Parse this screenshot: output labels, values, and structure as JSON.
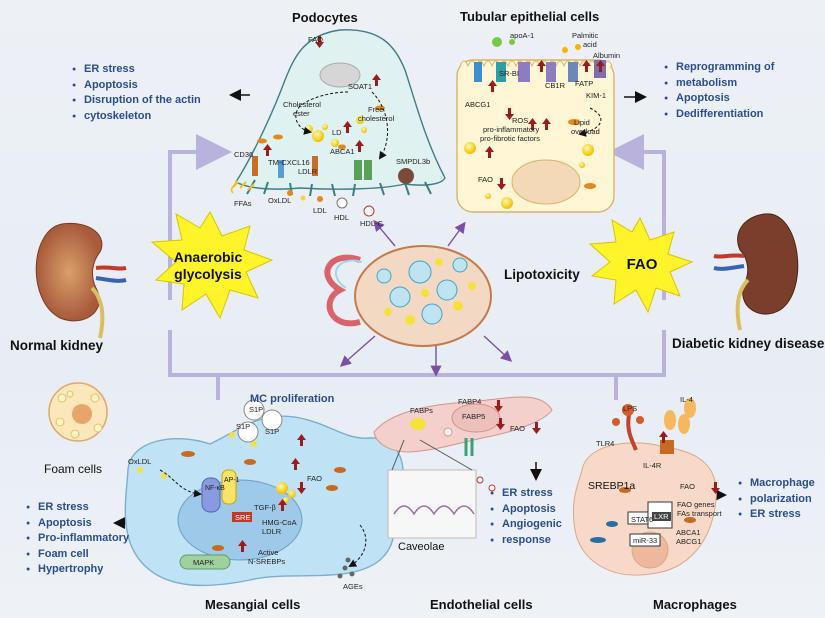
{
  "titles": {
    "podocytes": "Podocytes",
    "tubular": "Tubular epithelial cells",
    "normal_kidney": "Normal kidney",
    "dkd": "Diabetic kidney disease",
    "mesangial": "Mesangial cells",
    "endothelial": "Endothelial cells",
    "macrophages": "Macrophages",
    "lipotoxicity": "Lipotoxicity",
    "foam_cells": "Foam cells",
    "caveolae": "Caveolae",
    "mc_proliferation": "MC proliferation"
  },
  "stars": {
    "left_line1": "Anaerobic",
    "left_line2": "glycolysis",
    "right": "FAO"
  },
  "podocyte_effects": [
    "ER stress",
    "Apoptosis",
    "Disruption of the actin",
    "cytoskeleton"
  ],
  "tubular_effects": [
    "Reprogramming of",
    "metabolism",
    "Apoptosis",
    "Dedifferentiation"
  ],
  "mesangial_effects": [
    "ER stress",
    "Apoptosis",
    "Pro-inflammatory",
    "Foam cell",
    "Hypertrophy"
  ],
  "endothelial_effects": [
    "ER stress",
    "Apoptosis",
    "Angiogenic",
    "response"
  ],
  "macrophage_effects": [
    "Macrophage",
    "polarization",
    "ER stress"
  ],
  "podocyte_labels": {
    "fao": "FAO",
    "soat1": "SOAT1",
    "chol_ester_1": "Cholesterol",
    "chol_ester_2": "ester",
    "ld": "LD",
    "free_chol_1": "Free",
    "free_chol_2": "cholesterol",
    "abca1": "ABCA1",
    "cd36": "CD36",
    "tm_cxcl16": "TM-CXCL16",
    "ldlr": "LDLR",
    "smpdl3b": "SMPDL3b",
    "ffas": "FFAs",
    "oxldl": "OxLDL",
    "ldl": "LDL",
    "hdl": "HDL",
    "hdlc": "HDL-C"
  },
  "tubular_labels": {
    "apoa1": "apoA-1",
    "palmitic_1": "Palmitic",
    "palmitic_2": "acid",
    "albumin": "Albumin",
    "srbi": "SR-BI",
    "cb1r": "CB1R",
    "fatp": "FATP",
    "kim1": "KIM-1",
    "abcg1": "ABCG1",
    "ros": "ROS",
    "proinfl": "pro-inflammatory",
    "profib": "pro-fibrotic factors",
    "lipid_1": "Lipid",
    "lipid_2": "overload",
    "fao": "FAO"
  },
  "mesangial_labels": {
    "s1p_a": "S1P",
    "s1p_b": "S1P",
    "s1p_c": "S1P",
    "oxldl": "OxLDL",
    "nfkb": "NF-κB",
    "ap1": "AP-1",
    "tgfb": "TGF-β",
    "sre": "SRE",
    "hmgcoa": "HMG-CoA",
    "ldlr": "LDLR",
    "mapk": "MAPK",
    "active": "Active",
    "nsrebps": "N-SREBPs",
    "fao": "FAO",
    "ages": "AGEs"
  },
  "endothelial_labels": {
    "fabps": "FABPs",
    "fabp4": "FABP4",
    "fabp5": "FABP5",
    "fao": "FAO"
  },
  "macrophage_labels": {
    "lps": "LPS",
    "il4": "IL-4",
    "tlr4": "TLR4",
    "il4r": "IL-4R",
    "srebp1a": "SREBP1a",
    "fao": "FAO",
    "stat6": "STAT6",
    "lxr": "LXR",
    "fao_genes": "FAO genes",
    "fas_transport": "FAs transport",
    "mir33": "miR-33",
    "abca1": "ABCA1",
    "abcg1": "ABCG1"
  },
  "colors": {
    "effect_text": "#2a4d8f",
    "star_fill": "#fff32a",
    "up_arrow": "#9b1c1c",
    "frame_line": "#b9b2dc",
    "pathway_arrow": "#7b4fa6"
  }
}
